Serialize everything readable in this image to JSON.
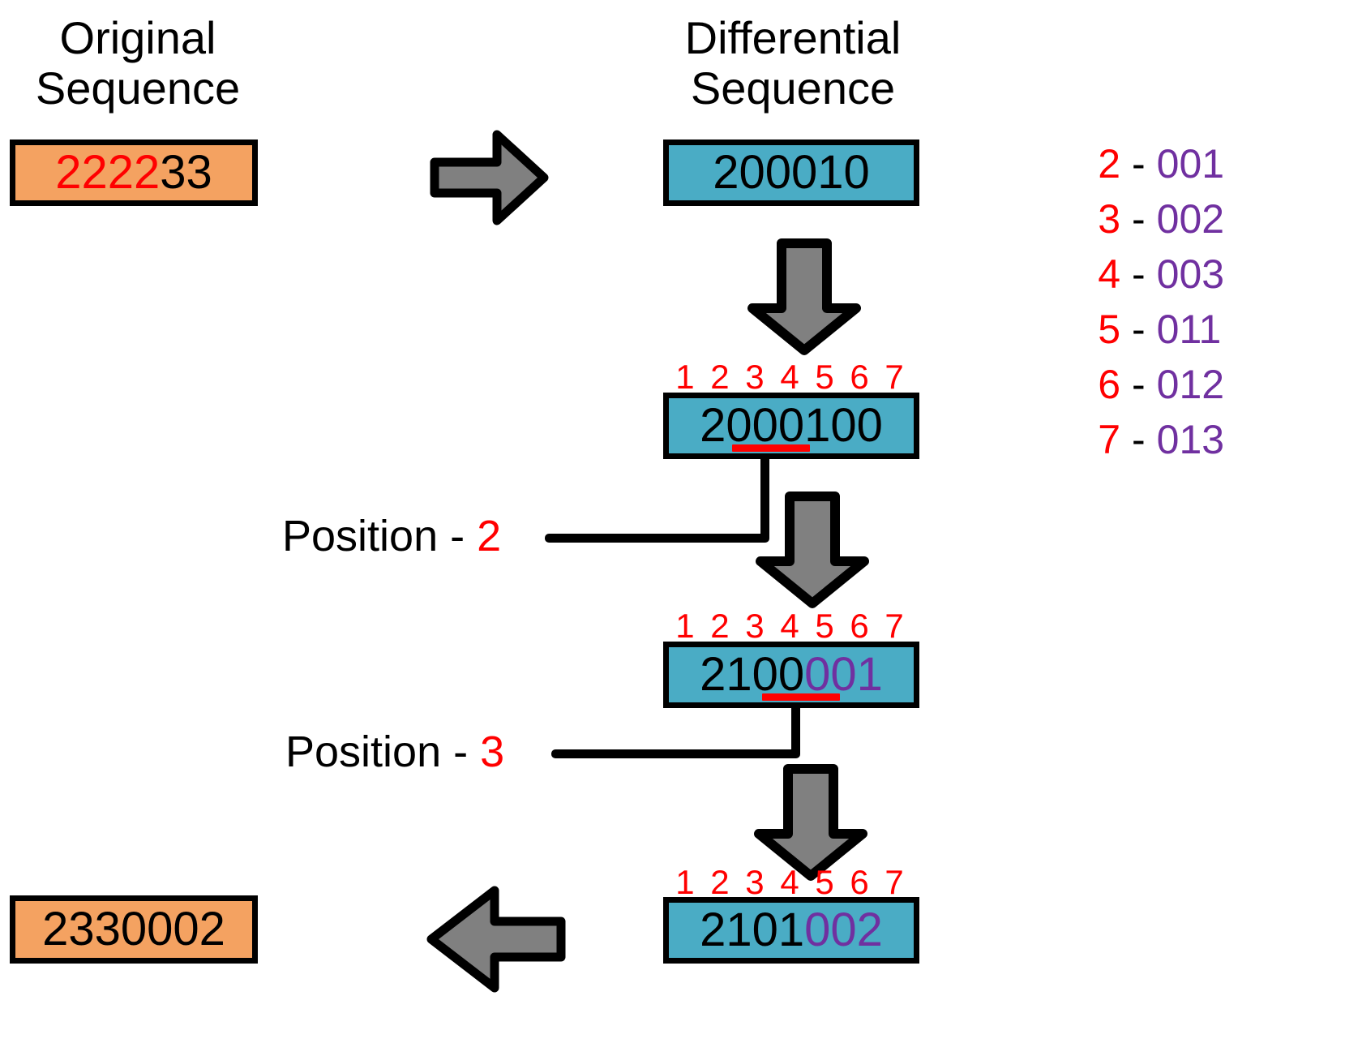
{
  "headers": {
    "original": "Original\nSequence",
    "differential": "Differential\nSequence"
  },
  "boxes": {
    "original_sequence": {
      "name": "original-sequence",
      "parts": [
        {
          "text": "2222",
          "color": "red"
        },
        {
          "text": "33",
          "color": "black"
        }
      ],
      "full_text": "222233",
      "fill": "#f4a261"
    },
    "differential_sequence": {
      "name": "differential-sequence",
      "parts": [
        {
          "text": "200010",
          "color": "black"
        }
      ],
      "full_text": "200010",
      "fill": "#4aacc5"
    },
    "step1": {
      "name": "step-1-sequence",
      "ruler": "1 2 3 4 5 6 7",
      "parts": [
        {
          "text": "2000100",
          "color": "black"
        }
      ],
      "full_text": "2000100",
      "fill": "#4aacc5"
    },
    "step2": {
      "name": "step-2-sequence",
      "ruler": "1 2 3 4 5 6 7",
      "parts": [
        {
          "text": "2100",
          "color": "black"
        },
        {
          "text": "001",
          "color": "purple"
        }
      ],
      "full_text": "2100001",
      "fill": "#4aacc5"
    },
    "step3": {
      "name": "step-3-sequence",
      "ruler": "1 2 3 4 5 6 7",
      "parts": [
        {
          "text": "2101",
          "color": "black"
        },
        {
          "text": "002",
          "color": "purple"
        }
      ],
      "full_text": "2101002",
      "fill": "#4aacc5"
    },
    "decoded_sequence": {
      "name": "decoded-sequence",
      "parts": [
        {
          "text": "2330002",
          "color": "black"
        }
      ],
      "full_text": "2330002",
      "fill": "#f4a261"
    }
  },
  "labels": {
    "position_1_prefix": "Position - ",
    "position_1_value": "2",
    "position_2_prefix": "Position - ",
    "position_2_value": "3"
  },
  "legend": {
    "rows": [
      {
        "key": "2",
        "dash": "-",
        "value": "001"
      },
      {
        "key": "3",
        "dash": "-",
        "value": "002"
      },
      {
        "key": "4",
        "dash": "-",
        "value": "003"
      },
      {
        "key": "5",
        "dash": "-",
        "value": "011"
      },
      {
        "key": "6",
        "dash": "-",
        "value": "012"
      },
      {
        "key": "7",
        "dash": "-",
        "value": "013"
      }
    ]
  },
  "colors": {
    "orange_fill": "#f4a261",
    "blue_fill": "#4aacc5",
    "arrow_gray": "#808080",
    "red": "#ff0000",
    "purple": "#7030a0",
    "black": "#000000"
  },
  "arrows": {
    "right_arrow": "arrow-right",
    "down_arrow_1": "arrow-down",
    "down_arrow_2": "arrow-down",
    "down_arrow_3": "arrow-down",
    "left_arrow": "arrow-left"
  }
}
